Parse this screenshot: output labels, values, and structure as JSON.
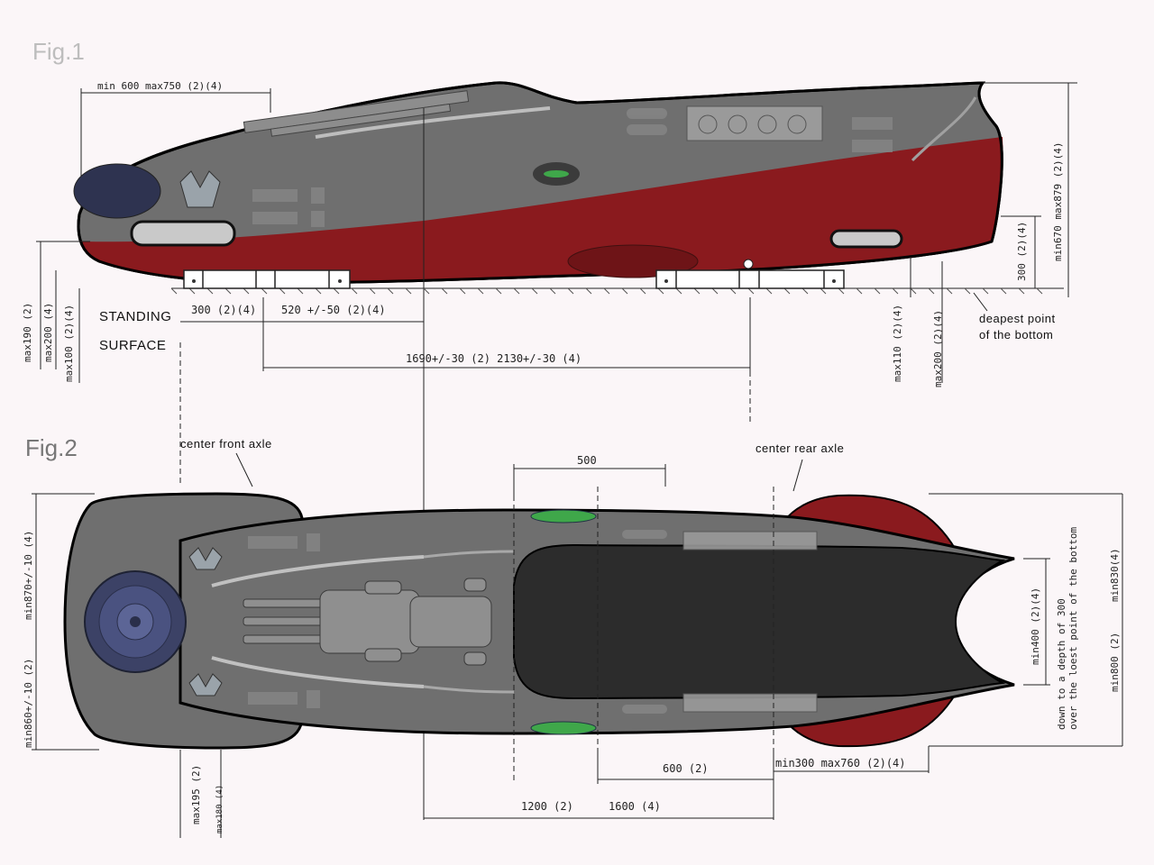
{
  "figures": {
    "fig1_title": "Fig.1",
    "fig2_title": "Fig.2"
  },
  "colors": {
    "hull_grey": "#6f6f6f",
    "hull_red": "#8a1a1e",
    "canopy_dark": "#2c2c2c",
    "window_light": "#c9c9c9",
    "accent_green": "#3fa74a",
    "background": "#fbf6f8"
  },
  "labels": {
    "standing": "STANDING",
    "surface": "SURFACE",
    "deepest_1": "deapest point",
    "deepest_2": "of the bottom",
    "center_front_axle": "center front axle",
    "center_rear_axle": "center rear axle",
    "depth_1": "down to a depth of 300",
    "depth_2": "over the loest point of the bottom"
  },
  "fig1_dimensions": {
    "top_width": "min 600   max750  (2)(4)",
    "block_300": "300 (2)(4)",
    "offset_520": "520 +/-50  (2)(4)",
    "wheelbase": "1690+/-30 (2)    2130+/-30 (4)",
    "left_max190": "max190 (2)",
    "left_max200": "max200 (4)",
    "left_max100": "max100 (2)(4)",
    "right_max110": "max110 (2)(4)",
    "right_max200": "max200 (2)(4)",
    "right_300": "300 (2)(4)",
    "right_height": "min670   max879   (2)(4)"
  },
  "fig2_dimensions": {
    "span_500": "500",
    "front_width_upper": "min870+/-10  (4)",
    "front_width_lower": "min860+/-10  (2)",
    "front_bottom_1": "max195 (2)",
    "front_bottom_2": "max180 (4)",
    "inner_min400": "min400  (2)(4)",
    "rear_min830": "min830(4)",
    "rear_min800": "min800  (2)",
    "span_600": "600 (2)",
    "rear_overhang": "min300  max760  (2)(4)",
    "span_1200": "1200  (2)",
    "span_1600": "1600 (4)"
  }
}
